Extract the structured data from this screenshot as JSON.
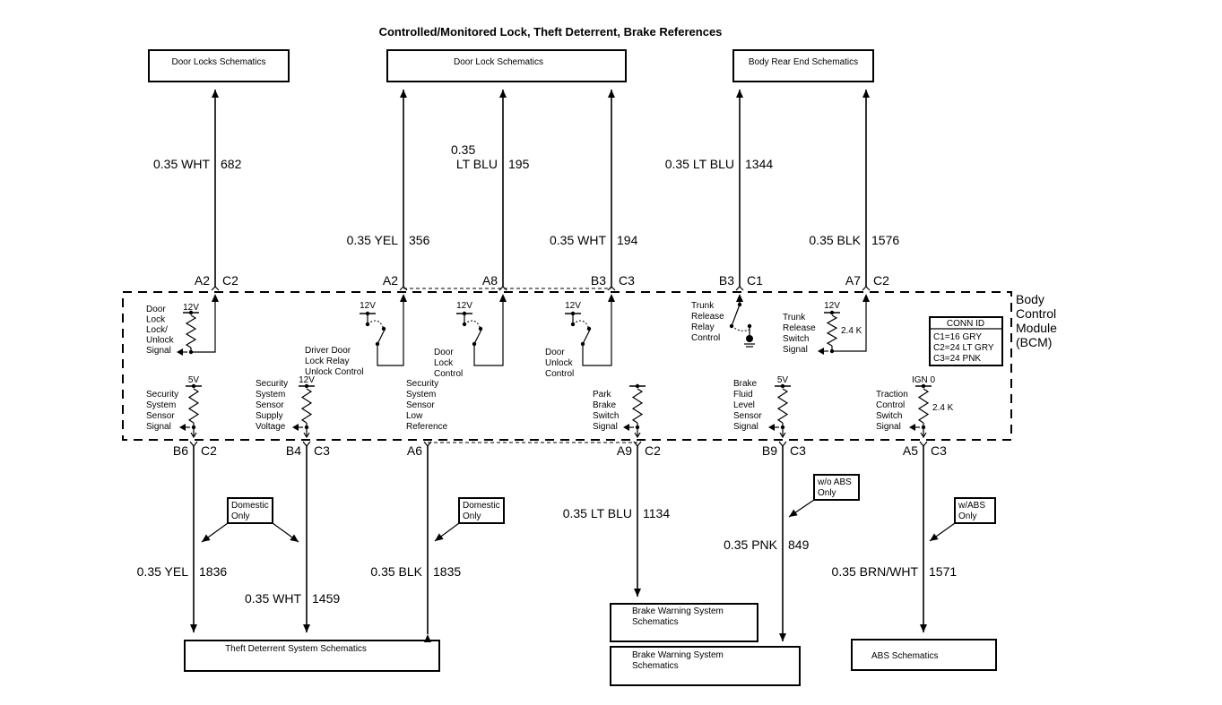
{
  "title": "Controlled/Monitored Lock, Theft Deterrent, Brake References",
  "bcm": {
    "label_lines": [
      "Body",
      "Control",
      "Module",
      "(BCM)"
    ],
    "conn_id": {
      "header": "CONN ID",
      "rows": [
        "C1=16 GRY",
        "C2=24 LT GRY",
        "C3=24 PNK"
      ]
    }
  },
  "top_boxes": [
    {
      "id": "door-locks",
      "label": "Door Locks Schematics"
    },
    {
      "id": "door-lock",
      "label": "Door Lock Schematics"
    },
    {
      "id": "body-rear-end",
      "label": "Body Rear End Schematics"
    }
  ],
  "bottom_boxes": [
    {
      "id": "theft-deterrent",
      "label_lines": [
        "Theft Deterrent System Schematics"
      ]
    },
    {
      "id": "brake-warning-1",
      "label_lines": [
        "Brake Warning System",
        "Schematics"
      ]
    },
    {
      "id": "brake-warning-2",
      "label_lines": [
        "Brake Warning System",
        "Schematics"
      ]
    },
    {
      "id": "abs",
      "label_lines": [
        "ABS Schematics"
      ]
    }
  ],
  "top_circuits": [
    {
      "pin": "A2",
      "connector": "C2",
      "gauge": "0.35",
      "color": "WHT",
      "circuit": "682",
      "function_lines": [
        "Door",
        "Lock",
        "Lock/",
        "Unlock",
        "Signal"
      ],
      "supply": "12V",
      "type": "pullup"
    },
    {
      "pin": "A2",
      "connector": "",
      "gauge": "0.35",
      "color": "YEL",
      "circuit": "356",
      "function_lines": [
        "Driver Door",
        "Lock Relay",
        "Unlock Control"
      ],
      "supply": "12V",
      "type": "relay"
    },
    {
      "pin": "A8",
      "connector": "",
      "gauge": "0.35",
      "color": "LT BLU",
      "circuit": "195",
      "function_lines": [
        "Door",
        "Lock",
        "Control"
      ],
      "supply": "12V",
      "type": "relay"
    },
    {
      "pin": "B3",
      "connector": "C3",
      "gauge": "0.35",
      "color": "WHT",
      "circuit": "194",
      "function_lines": [
        "Door",
        "Unlock",
        "Control"
      ],
      "supply": "12V",
      "type": "relay"
    },
    {
      "pin": "B3",
      "connector": "C1",
      "gauge": "0.35",
      "color": "LT BLU",
      "circuit": "1344",
      "function_lines": [
        "Trunk",
        "Release",
        "Relay",
        "Control"
      ],
      "supply": "",
      "type": "ground-relay"
    },
    {
      "pin": "A7",
      "connector": "C2",
      "gauge": "0.35",
      "color": "BLK",
      "circuit": "1576",
      "function_lines": [
        "Trunk",
        "Release",
        "Switch",
        "Signal"
      ],
      "supply": "12V",
      "resistor": "2.4 K",
      "type": "pullup"
    }
  ],
  "bottom_circuits": [
    {
      "pin": "B6",
      "connector": "C2",
      "gauge": "0.35",
      "color": "YEL",
      "circuit": "1836",
      "function_lines": [
        "Security",
        "System",
        "Sensor",
        "Signal"
      ],
      "supply": "5V",
      "type": "pullup"
    },
    {
      "pin": "B4",
      "connector": "C3",
      "gauge": "0.35",
      "color": "WHT",
      "circuit": "1459",
      "function_lines": [
        "Security",
        "System",
        "Sensor",
        "Supply",
        "Voltage"
      ],
      "supply": "12V",
      "type": "pullup"
    },
    {
      "pin": "A6",
      "connector": "",
      "gauge": "0.35",
      "color": "BLK",
      "circuit": "1835",
      "function_lines": [
        "Security",
        "System",
        "Sensor",
        "Low",
        "Reference"
      ],
      "supply": "",
      "type": "none"
    },
    {
      "pin": "A9",
      "connector": "C2",
      "gauge": "0.35",
      "color": "LT BLU",
      "circuit": "1134",
      "function_lines": [
        "Park",
        "Brake",
        "Switch",
        "Signal"
      ],
      "supply": "",
      "type": "pullup"
    },
    {
      "pin": "B9",
      "connector": "C3",
      "gauge": "0.35",
      "color": "PNK",
      "circuit": "849",
      "function_lines": [
        "Brake",
        "Fluid",
        "Level",
        "Sensor",
        "Signal"
      ],
      "supply": "5V",
      "type": "pullup"
    },
    {
      "pin": "A5",
      "connector": "C3",
      "gauge": "0.35",
      "color": "BRN/WHT",
      "circuit": "1571",
      "function_lines": [
        "Traction",
        "Control",
        "Switch",
        "Signal"
      ],
      "supply": "IGN 0",
      "resistor": "2.4 K",
      "type": "pullup"
    }
  ],
  "notes": [
    {
      "id": "domestic-only-1",
      "label_lines": [
        "Domestic",
        "Only"
      ]
    },
    {
      "id": "domestic-only-2",
      "label_lines": [
        "Domestic",
        "Only"
      ]
    },
    {
      "id": "wo-abs-only",
      "label_lines": [
        "w/o ABS",
        "Only"
      ]
    },
    {
      "id": "w-abs-only",
      "label_lines": [
        "w/ABS",
        "Only"
      ]
    }
  ]
}
